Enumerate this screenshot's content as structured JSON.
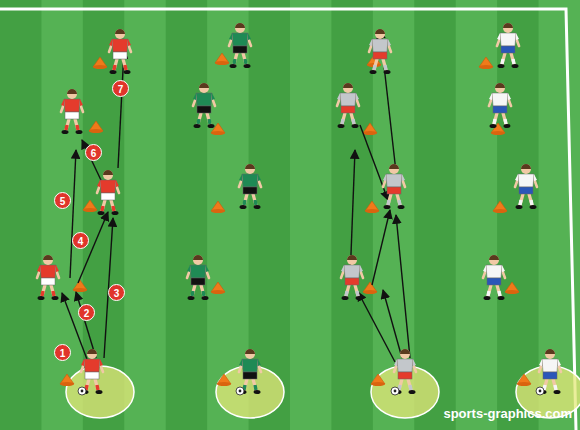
{
  "diagram": {
    "labels": [
      "1",
      "2",
      "3",
      "4",
      "5",
      "6",
      "7",
      "sports-graphics.com"
    ]
  }
}
